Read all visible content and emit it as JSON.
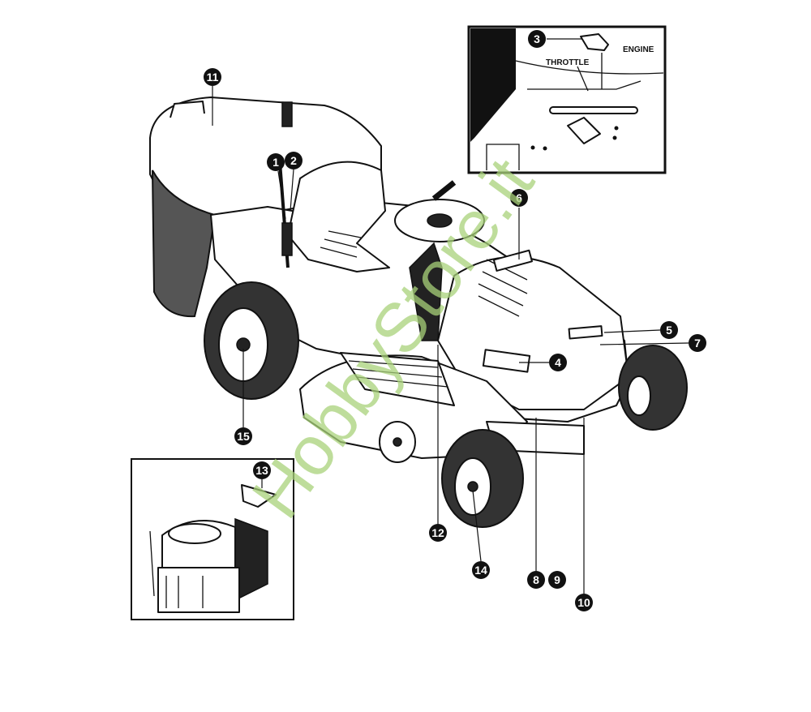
{
  "diagram": {
    "title": "Lawn tractor component locations",
    "callouts": [
      "1",
      "2",
      "3",
      "4",
      "5",
      "6",
      "7",
      "8",
      "9",
      "10",
      "11",
      "12",
      "13",
      "14",
      "15"
    ],
    "inset_labels": {
      "throttle": "THROTTLE",
      "engine": "ENGINE"
    },
    "watermark": "HobbyStore.it",
    "colors": {
      "ink": "#111111",
      "watermark": "#a8d27a"
    }
  }
}
